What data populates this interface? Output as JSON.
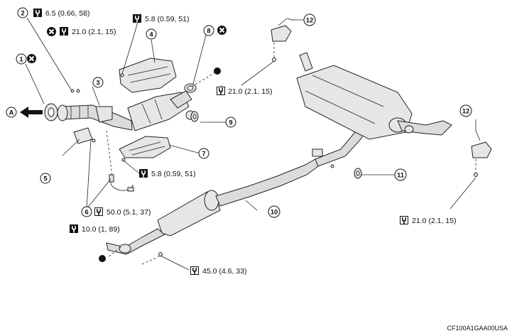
{
  "parts": [
    {
      "id": "1",
      "label": "1"
    },
    {
      "id": "2",
      "label": "2"
    },
    {
      "id": "3",
      "label": "3"
    },
    {
      "id": "4",
      "label": "4"
    },
    {
      "id": "5",
      "label": "5"
    },
    {
      "id": "6",
      "label": "6"
    },
    {
      "id": "7",
      "label": "7"
    },
    {
      "id": "8",
      "label": "8"
    },
    {
      "id": "9",
      "label": "9"
    },
    {
      "id": "10",
      "label": "10"
    },
    {
      "id": "11",
      "label": "11"
    },
    {
      "id": "12",
      "label": "12"
    }
  ],
  "view_ref": "A",
  "torques": {
    "t2": "6.5 (0.66, 58)",
    "t_cross": "21.0 (2.1, 15)",
    "t4": "5.8 (0.59, 51)",
    "t8": "21.0 (2.1, 15)",
    "t7": "5.8 (0.59, 51)",
    "t6": "50.0 (5.1, 37)",
    "t5": "10.0 (1, 89)",
    "t_bottom": "45.0 (4.6, 33)",
    "t12_right": "21.0 (2.1, 15)"
  },
  "figure_code": "CF100A1GAA00USA",
  "icons": [
    "torque-wrench-icon",
    "do-not-reuse-icon",
    "front-arrow-icon"
  ],
  "colors": {
    "line": "#222222",
    "fill": "#e6e6e6"
  }
}
